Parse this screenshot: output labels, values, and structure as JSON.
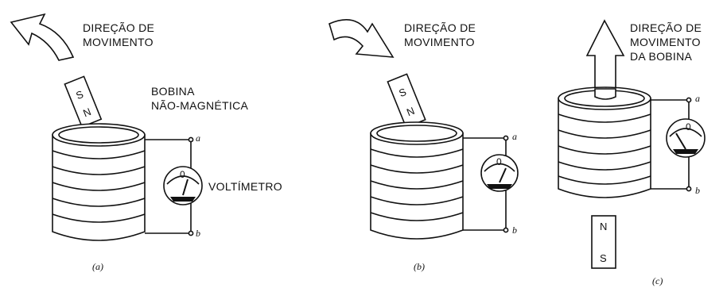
{
  "panel_a": {
    "direction_line1": "DIREÇÃO DE",
    "direction_line2": "MOVIMENTO",
    "coil_line1": "BOBINA",
    "coil_line2": "NÃO-MAGNÉTICA",
    "voltmeter": "VOLTÍMETRO",
    "terminal_a": "a",
    "terminal_b": "b",
    "magnet_s": "S",
    "magnet_n": "N",
    "meter_zero": "0",
    "caption": "(a)"
  },
  "panel_b": {
    "direction_line1": "DIREÇÃO DE",
    "direction_line2": "MOVIMENTO",
    "terminal_a": "a",
    "terminal_b": "b",
    "magnet_s": "S",
    "magnet_n": "N",
    "meter_zero": "0",
    "caption": "(b)"
  },
  "panel_c": {
    "direction_line1": "DIREÇÃO DE",
    "direction_line2": "MOVIMENTO",
    "direction_line3": "DA BOBINA",
    "terminal_a": "a",
    "terminal_b": "b",
    "magnet_n": "N",
    "magnet_s": "S",
    "meter_zero": "0",
    "caption": "(c)"
  }
}
